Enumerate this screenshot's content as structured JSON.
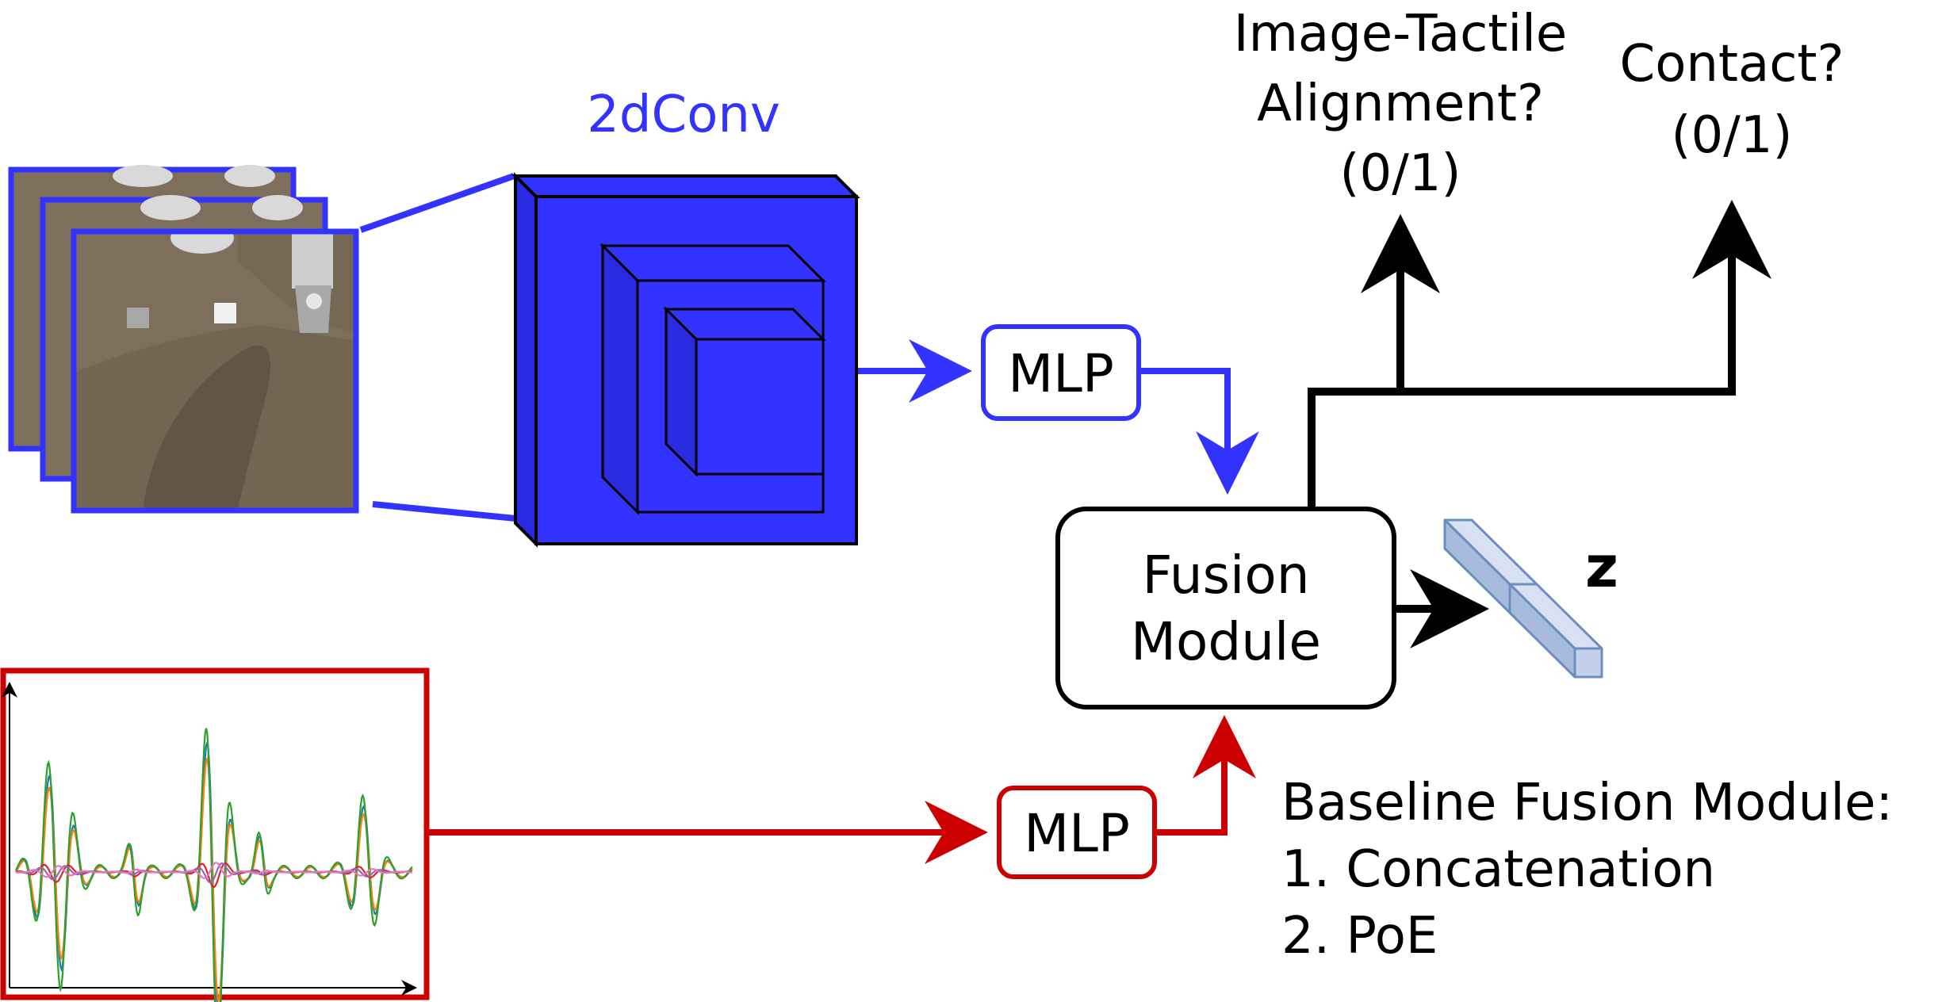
{
  "labels": {
    "conv_title": "2dConv",
    "mlp_top": "MLP",
    "mlp_bottom": "MLP",
    "fusion_line1": "Fusion",
    "fusion_line2": "Module",
    "alignment_line1": "Image-Tactile",
    "alignment_line2": "Alignment?",
    "alignment_line3": "(0/1)",
    "contact_line1": "Contact?",
    "contact_line2": "(0/1)",
    "latent": "z",
    "baseline_title": "Baseline Fusion Module:",
    "baseline_item1": "1. Concatenation",
    "baseline_item2": "2. PoE"
  },
  "colors": {
    "vision": "#3333ff",
    "conv_fill": "#3333ff",
    "tactile": "#cc0000",
    "output": "#000000",
    "latent_fill": "#c3d0ea",
    "latent_stroke": "#6c8ebf",
    "floor": "#7d6f5b"
  },
  "tactile_plot": {
    "series_colors": [
      "#1f77b4",
      "#ff7f0e",
      "#2ca02c",
      "#d62728",
      "#9467bd",
      "#e377c2"
    ]
  }
}
